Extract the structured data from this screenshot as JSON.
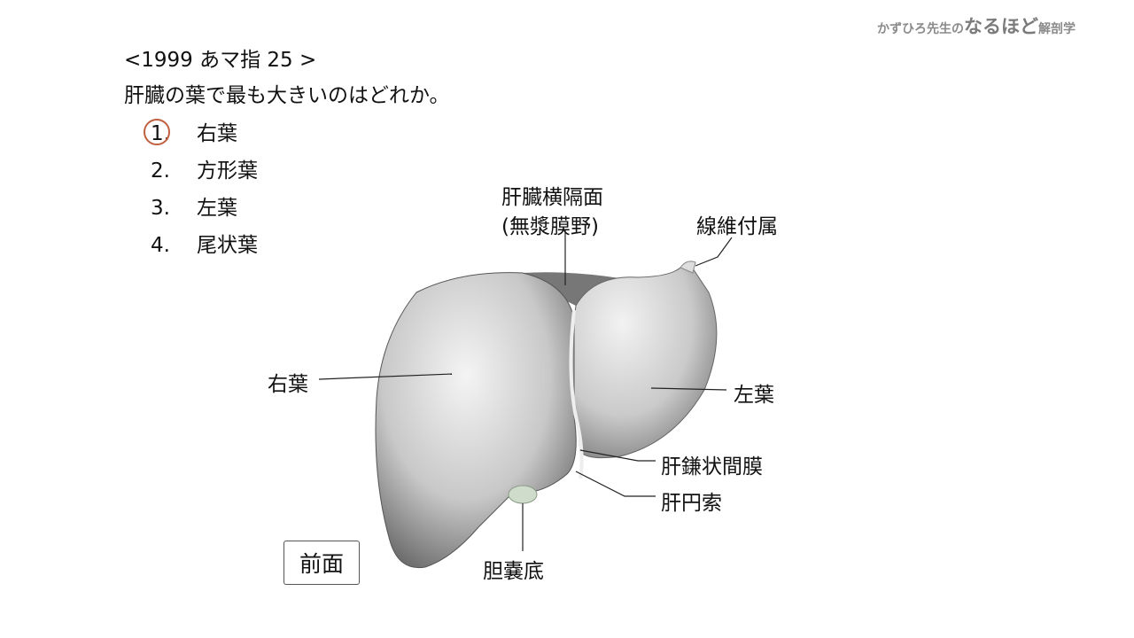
{
  "brand": {
    "prefix": "かずひろ先生の",
    "highlight": "なるほど",
    "suffix": "解剖学"
  },
  "question": {
    "reference": "<1999 あマ指 25 >",
    "text": "肝臓の葉で最も大きいのはどれか。",
    "choices": [
      {
        "num": "1.",
        "label": "右葉",
        "correct": true
      },
      {
        "num": "2.",
        "label": "方形葉",
        "correct": false
      },
      {
        "num": "3.",
        "label": "左葉",
        "correct": false
      },
      {
        "num": "4.",
        "label": "尾状葉",
        "correct": false
      }
    ],
    "answer_marker_color": "#c0603e"
  },
  "diagram": {
    "view_label": "前面",
    "labels": {
      "bare_area_line1": "肝臓横隔面",
      "bare_area_line2": "(無漿膜野)",
      "fibrous_appendix": "線維付属",
      "right_lobe": "右葉",
      "left_lobe": "左葉",
      "falciform_ligament": "肝鎌状間膜",
      "round_ligament": "肝円索",
      "gallbladder_fundus": "胆嚢底"
    }
  }
}
